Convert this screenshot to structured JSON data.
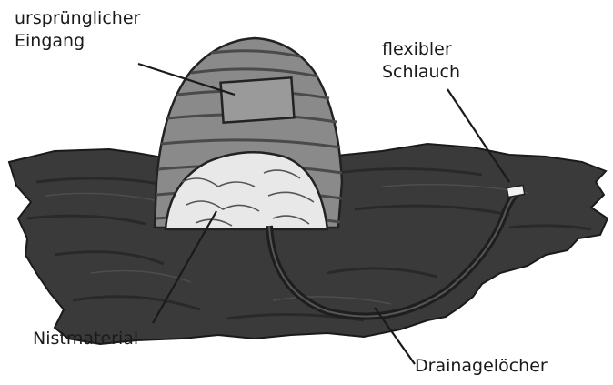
{
  "labels": {
    "entrance_line1": "ursprünglicher",
    "entrance_line2": "Eingang",
    "hose_line1": "flexibler",
    "hose_line2": "Schlauch",
    "nest": "Nistmaterial",
    "drainage": "Drainagelöcher"
  },
  "colors": {
    "ground": "#3a3a3a",
    "ground_dark": "#262626",
    "skep": "#8a8a8a",
    "skep_band": "#5c5c5c",
    "nest": "#e8e8e8",
    "ink": "#1a1a1a"
  }
}
